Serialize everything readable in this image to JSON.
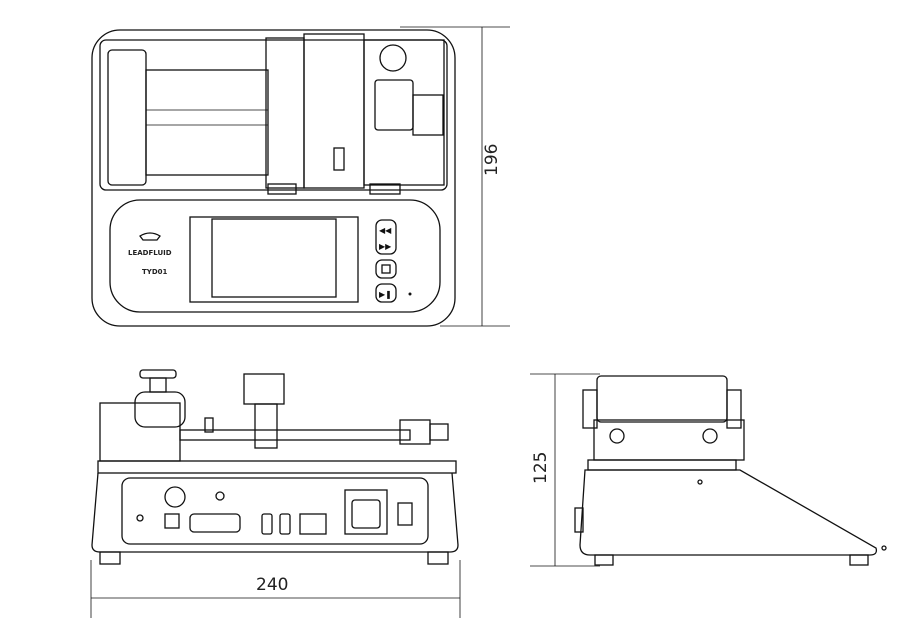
{
  "dimensions": {
    "height_top": "196",
    "height_side": "125",
    "width_front": "240"
  },
  "device": {
    "brand": "LEADFLUID",
    "model": "TYD01"
  },
  "buttons": [
    "rewind",
    "fast-forward",
    "stop",
    "play-pause"
  ]
}
